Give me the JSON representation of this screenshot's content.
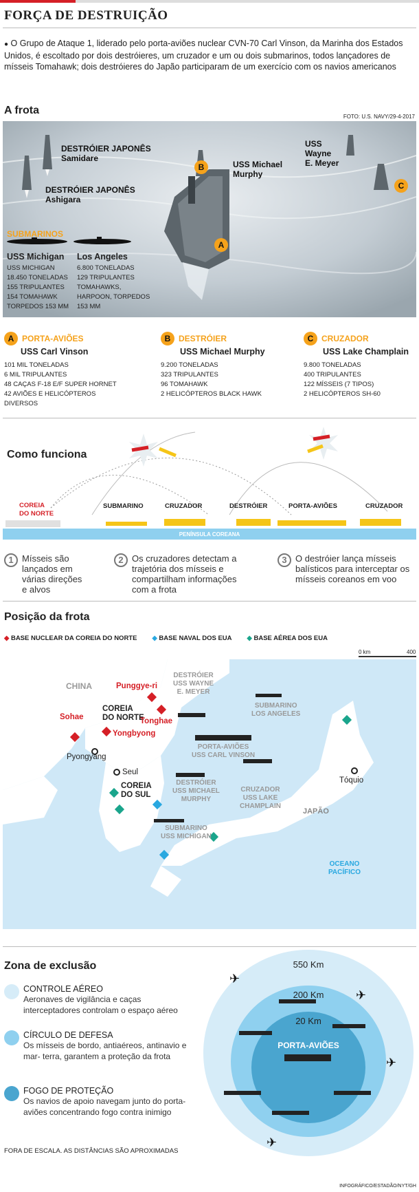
{
  "title": "FORÇA DE DESTRUIÇÃO",
  "intro": "O Grupo de Ataque 1, liderado pelo porta-aviões nuclear CVN-70 Carl Vinson, da Marinha dos Estados Unidos, é escoltado por dois destróieres, um cruzador e um ou dois submarinos, todos lançadores de mísseis Tomahawk; dois destróieres do Japão participaram de um exercício com os navios americanos",
  "fleet": {
    "heading": "A frota",
    "credit": "FOTO: U.S. NAVY/29-4-2017",
    "photo_labels": {
      "samidare": "DESTRÓIER JAPONÊS\nSamidare",
      "ashigara": "DESTRÓIER JAPONÊS\nAshigara",
      "murphy": "USS Michael\nMurphy",
      "meyer": "USS\nWayne\nE. Meyer"
    },
    "submarines_heading": "SUBMARINOS",
    "sub1": {
      "name": "USS Michigan",
      "specs": "USS MICHIGAN\n18.450 TONELADAS\n155 TRIPULANTES\n154 TOMAHAWK\nTORPEDOS 153 MM"
    },
    "sub2": {
      "name": "Los Angeles",
      "specs": "6.800 TONELADAS\n129 TRIPULANTES\nTOMAHAWKS,\nHARPOON, TORPEDOS\n153 MM"
    },
    "ships": [
      {
        "badge": "A",
        "type": "PORTA-AVIÕES",
        "name": "USS Carl Vinson",
        "specs": "101 MIL TONELADAS\n6 MIL TRIPULANTES\n48 CAÇAS F-18 E/F SUPER HORNET\n42 AVIÕES E HELICÓPTEROS\nDIVERSOS"
      },
      {
        "badge": "B",
        "type": "DESTRÓIER",
        "name": "USS Michael Murphy",
        "specs": "9.200 TONELADAS\n323 TRIPULANTES\n96 TOMAHAWK\n2 HELICÓPTEROS BLACK HAWK"
      },
      {
        "badge": "C",
        "type": "CRUZADOR",
        "name": "USS Lake Champlain",
        "specs": "9.800 TONELADAS\n400 TRIPULANTES\n122 MÍSSEIS (7 TIPOS)\n2 HELICÓPTEROS SH-60"
      }
    ]
  },
  "how": {
    "heading": "Como funciona",
    "korea_label": "COREIA\nDO NORTE",
    "units": [
      "SUBMARINO",
      "CRUZADOR",
      "DESTRÓIER",
      "PORTA-AVIÕES",
      "CRUZADOR"
    ],
    "peninsula": "PENÍNSULA COREANA",
    "steps": [
      {
        "num": "1",
        "text": "Mísseis são\nlançados em\nvárias direções\ne alvos"
      },
      {
        "num": "2",
        "text": "Os cruzadores detectam a\ntrajetória dos mísseis e\ncompartilham informações\ncom a frota"
      },
      {
        "num": "3",
        "text": "O destróier lança mísseis\nbalísticos para interceptar os\nmísseis coreanos em voo"
      }
    ]
  },
  "map": {
    "heading": "Posição da frota",
    "legend": [
      {
        "label": "BASE NUCLEAR DA COREIA DO NORTE",
        "color": "#d51f26"
      },
      {
        "label": "BASE NAVAL DOS EUA",
        "color": "#29a8e0"
      },
      {
        "label": "BASE AÉREA DOS EUA",
        "color": "#1aa58c"
      }
    ],
    "scale_start": "0 km",
    "scale_end": "400",
    "labels": {
      "china": "CHINA",
      "nk": "COREIA\nDO NORTE",
      "sk": "COREIA\nDO SUL",
      "japan": "JAPÃO",
      "ocean": "OCEANO\nPACÍFICO",
      "punggye": "Punggye-ri",
      "tonghae": "Tonghae",
      "sohae": "Sohae",
      "yongbyong": "Yongbyong",
      "pyongyang": "Pyongyang",
      "seul": "Seul",
      "toquio": "Tóquio",
      "meyer": "DESTRÓIER\nUSS WAYNE\nE. MEYER",
      "la": "SUBMARINO\nLOS ANGELES",
      "vinson": "PORTA-AVIÕES\nUSS CARL VINSON",
      "murphy": "DESTRÓIER\nUSS MICHAEL\nMURPHY",
      "champlain": "CRUZADOR\nUSS LAKE\nCHAMPLAIN",
      "michigan": "SUBMARINO\nUSS MICHIGAN"
    }
  },
  "zone": {
    "heading": "Zona de exclusão",
    "items": [
      {
        "title": "CONTROLE AÉREO",
        "text": "Aeronaves de vigilância e caças interceptadores controlam o espaço aéreo",
        "color": "#d6ecf8"
      },
      {
        "title": "CÍRCULO DE DEFESA",
        "text": "Os mísseis de bordo, antiaéreos, antinavio e mar- terra, garantem a proteção da frota",
        "color": "#8fd0ef"
      },
      {
        "title": "FOGO DE PROTEÇÃO",
        "text": "Os navios de apoio navegam junto do porta- aviões concentrando fogo contra inimigo",
        "color": "#4aa5cf"
      }
    ],
    "rings": [
      "550 Km",
      "200 Km",
      "20 Km"
    ],
    "center": "PORTA-AVIÕES",
    "note": "FORA DE ESCALA. AS DISTÂNCIAS SÃO APROXIMADAS"
  },
  "footer_credit": "INFOGRÁFICO/ESTADÃO/NYT/GH"
}
